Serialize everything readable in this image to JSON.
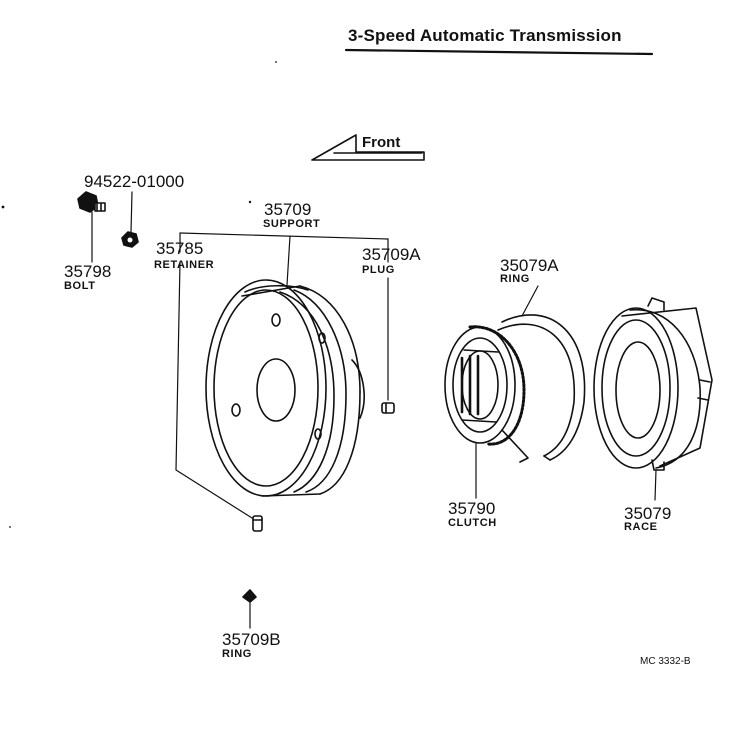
{
  "title": "3-Speed  Automatic  Transmission",
  "front_label": "Front",
  "reference_code": "MC 3332-B",
  "parts": [
    {
      "number": "94522-01000",
      "name": ""
    },
    {
      "number": "35798",
      "name": "BOLT"
    },
    {
      "number": "35709",
      "name": "SUPPORT"
    },
    {
      "number": "35785",
      "name": "RETAINER"
    },
    {
      "number": "35709A",
      "name": "PLUG"
    },
    {
      "number": "35079A",
      "name": "RING"
    },
    {
      "number": "35790",
      "name": "CLUTCH"
    },
    {
      "number": "35079",
      "name": "RACE"
    },
    {
      "number": "35709B",
      "name": "RING"
    }
  ]
}
